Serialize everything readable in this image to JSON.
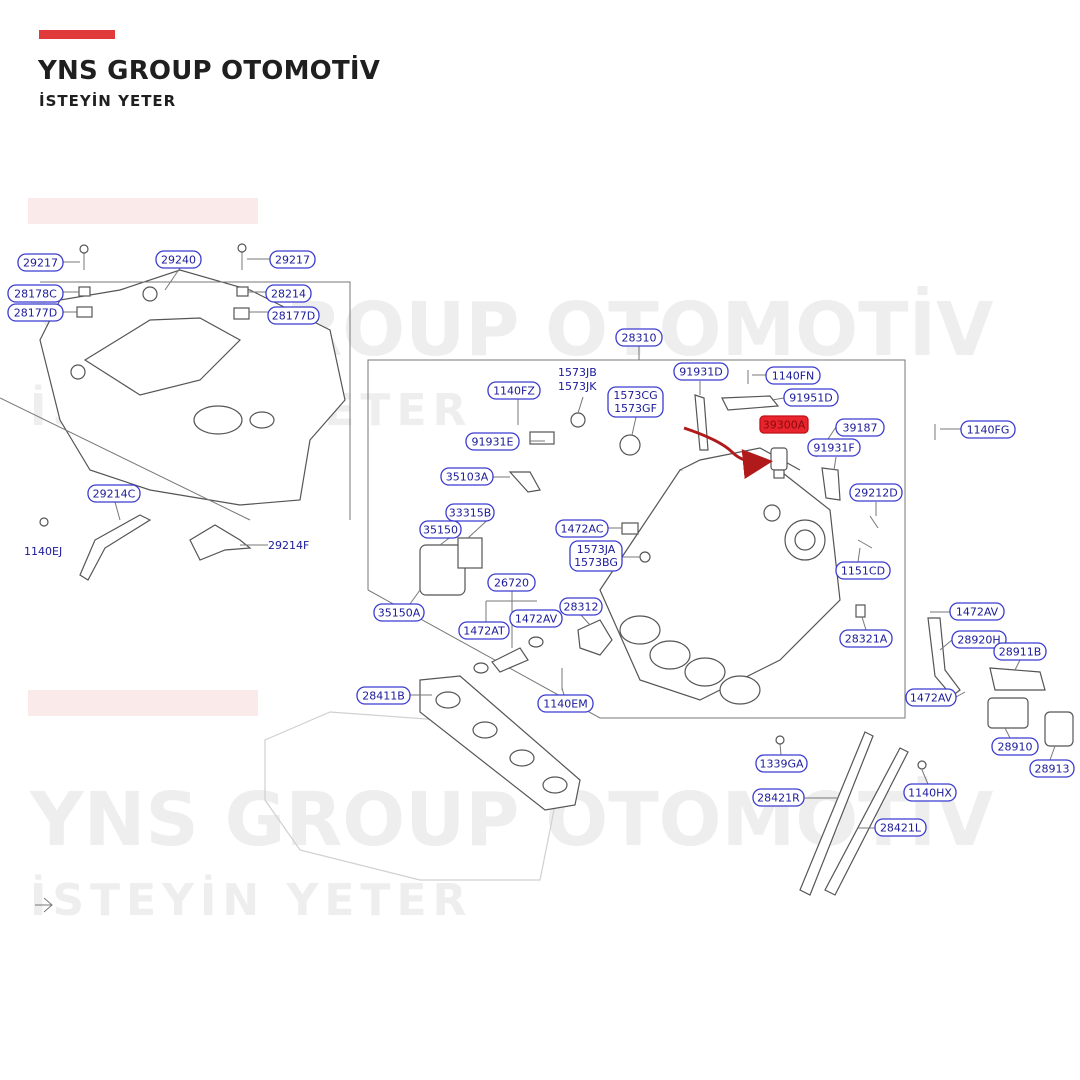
{
  "brand": {
    "title": "YNS GROUP OTOMOTİV",
    "subtitle": "İSTEYİN YETER",
    "accent_color": "#e03a3a"
  },
  "highlight": {
    "part": "39300A",
    "color": "#e8242c",
    "arrow_color": "#b01a1a"
  },
  "watermark": {
    "title": "YNS GROUP OTOMOTİV",
    "subtitle": "İSTEYİN YETER"
  },
  "labels": [
    "29217",
    "28178C",
    "28177D",
    "29240",
    "29217",
    "28214",
    "28177D",
    "29214C",
    "1140EJ",
    "29214F",
    "28310",
    "1573JB",
    "1573JK",
    "1140FZ",
    "91931E",
    "1573CG",
    "1573GF",
    "91931D",
    "1140FN",
    "91951D",
    "39300A",
    "39187",
    "1140FG",
    "91931F",
    "35103A",
    "33315B",
    "35150",
    "1472AC",
    "1573JA",
    "1573BG",
    "29212D",
    "26720",
    "28312",
    "35150A",
    "1472AT",
    "1472AV",
    "1140EM",
    "1151CD",
    "28321A",
    "1472AV",
    "28920H",
    "28911B",
    "1472AV",
    "28910",
    "28913",
    "28411B",
    "1339GA",
    "28421R",
    "1140HX",
    "28421L"
  ]
}
